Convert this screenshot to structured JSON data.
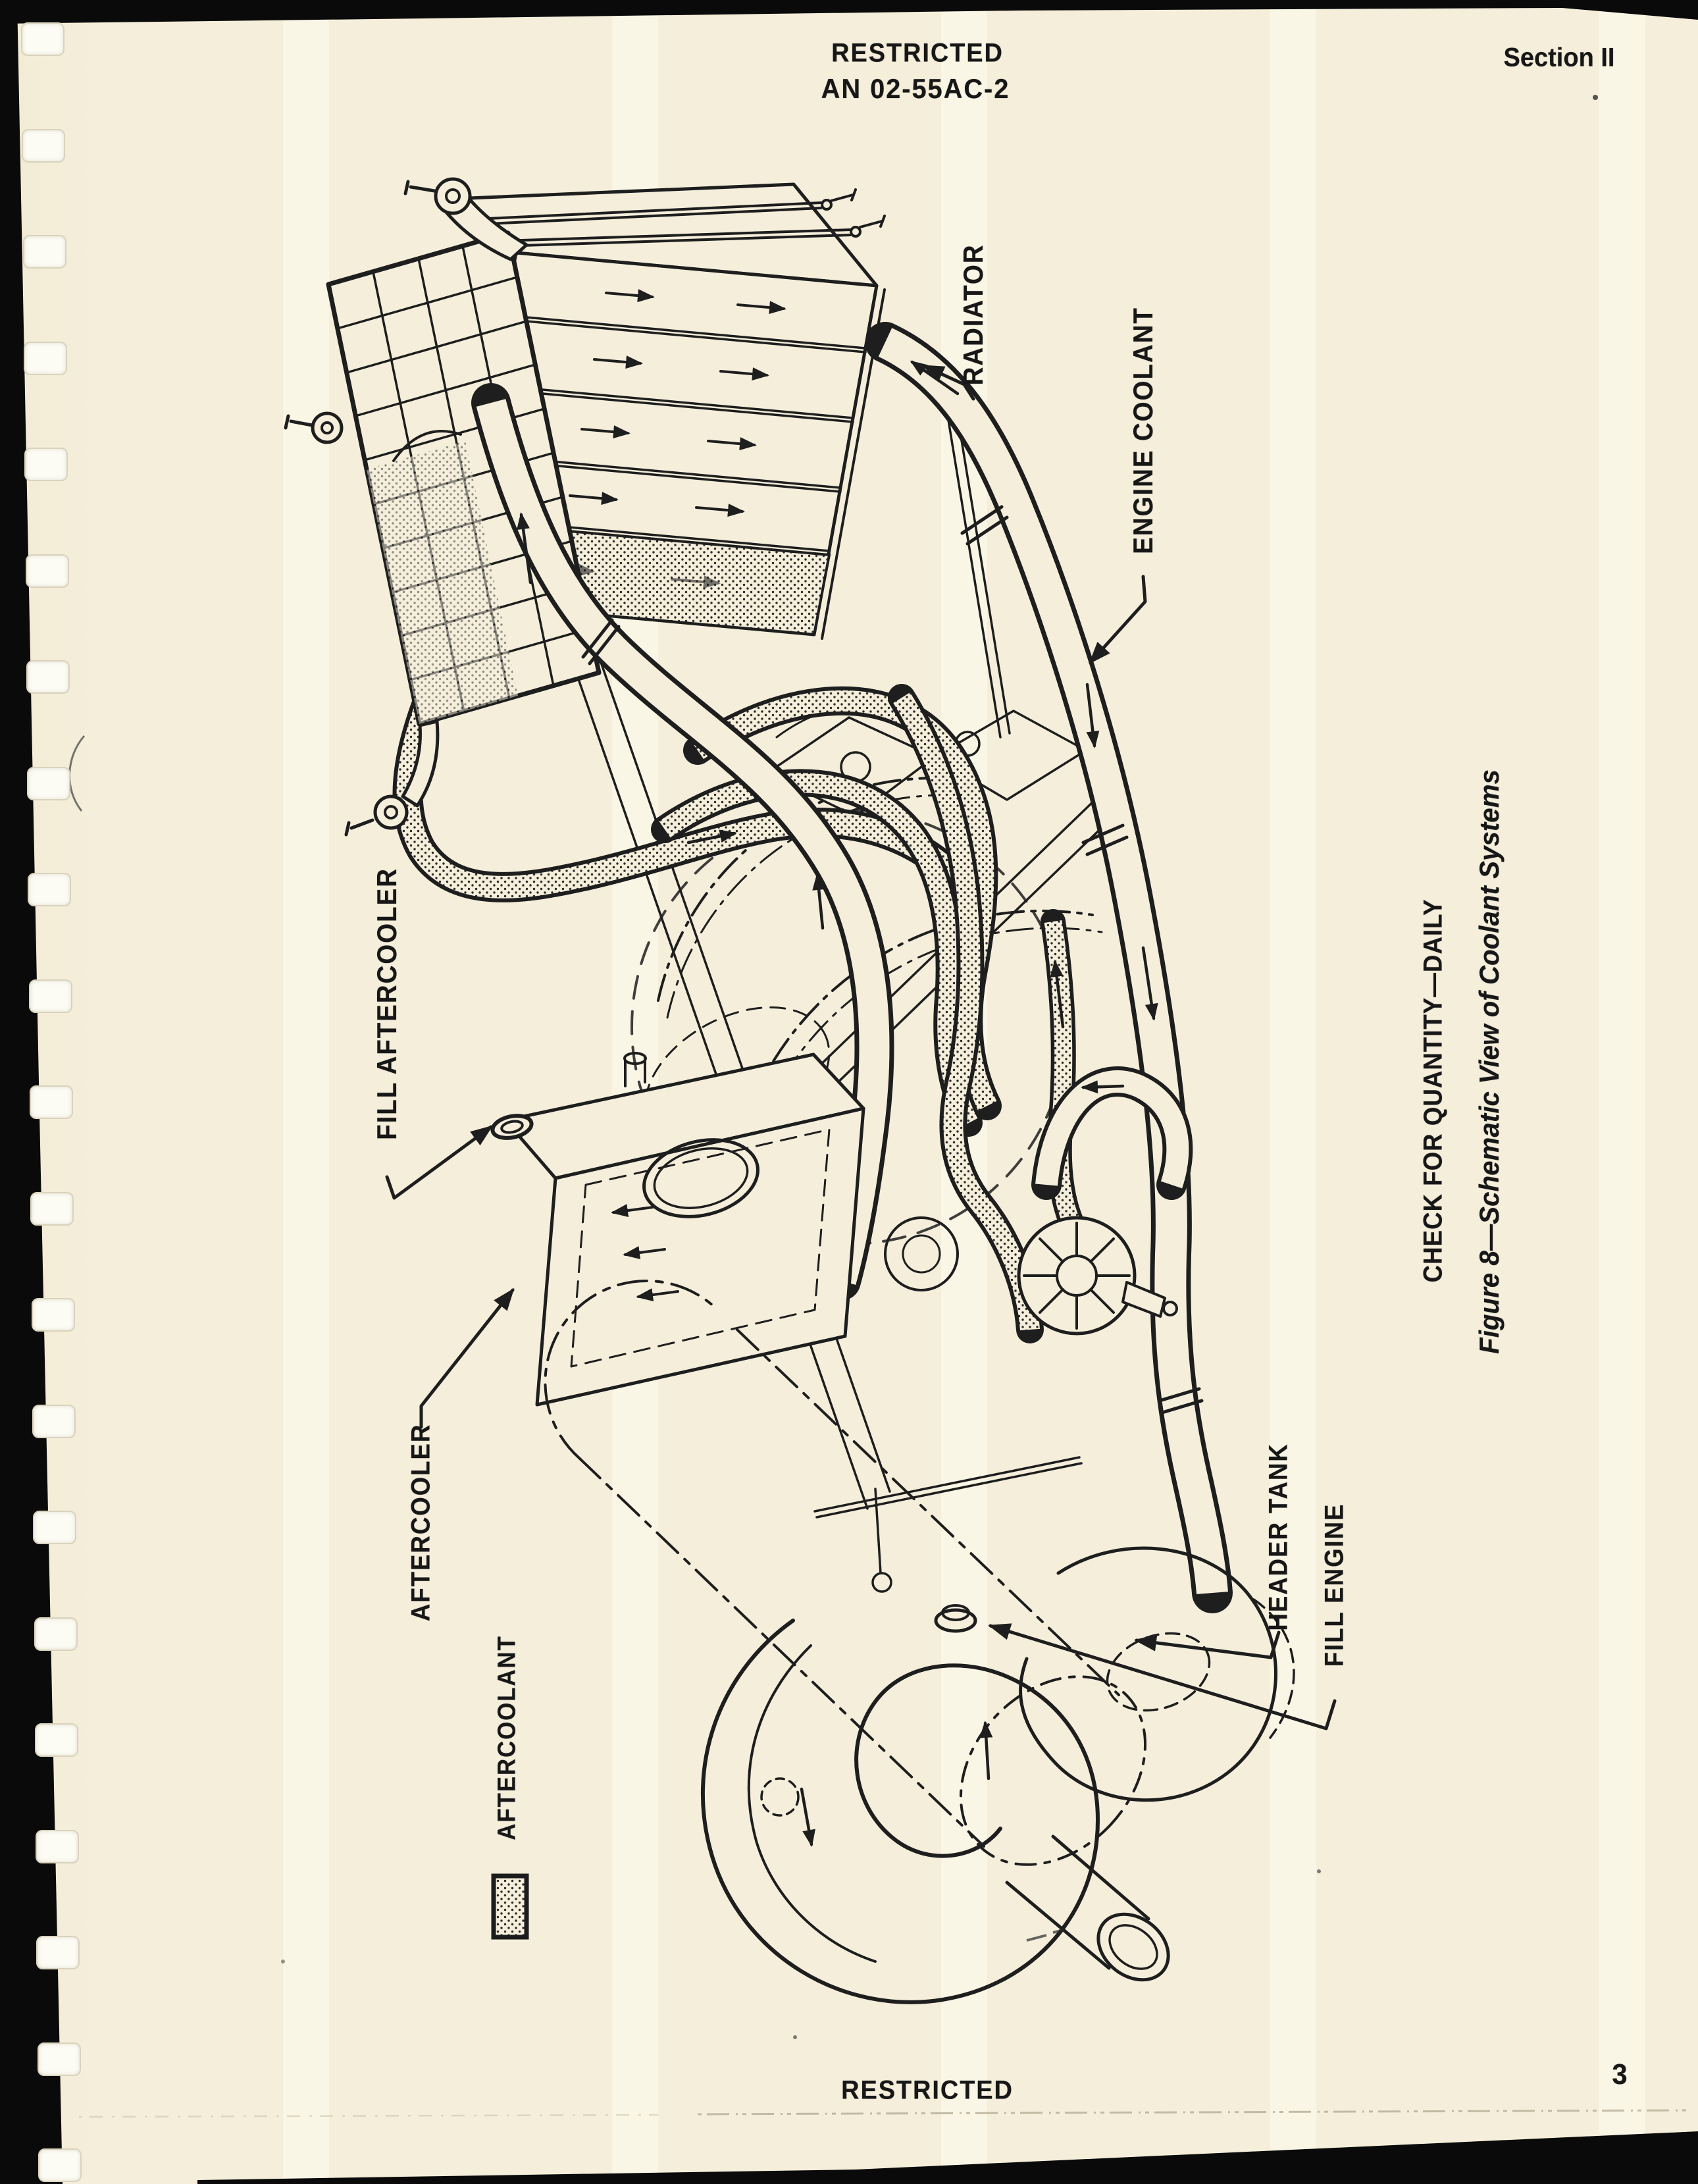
{
  "page": {
    "header": {
      "stamp": "RESTRICTED",
      "document_number": "AN 02-55AC-2",
      "section": "Section II"
    },
    "footer": {
      "stamp": "RESTRICTED",
      "page_number": "3"
    },
    "binder_hole_count": 21
  },
  "figure": {
    "check_instruction": "CHECK FOR QUANTITY—DAILY",
    "caption": "Figure 8—Schematic View of Coolant Systems",
    "labels": {
      "radiator": "RADIATOR",
      "engine_coolant": "ENGINE COOLANT",
      "fill_aftercooler": "FILL AFTERCOOLER",
      "aftercooler": "AFTERCOOLER",
      "header_tank": "HEADER TANK",
      "fill_engine": "FILL ENGINE"
    },
    "legend": {
      "label": "AFTERCOOLANT",
      "swatch_style": "stippled"
    }
  },
  "colors": {
    "paper": "#f4eedb",
    "ink": "#1c1c1c",
    "scan_edge": "#0a0a0a",
    "hole": "#fcfbf4"
  }
}
